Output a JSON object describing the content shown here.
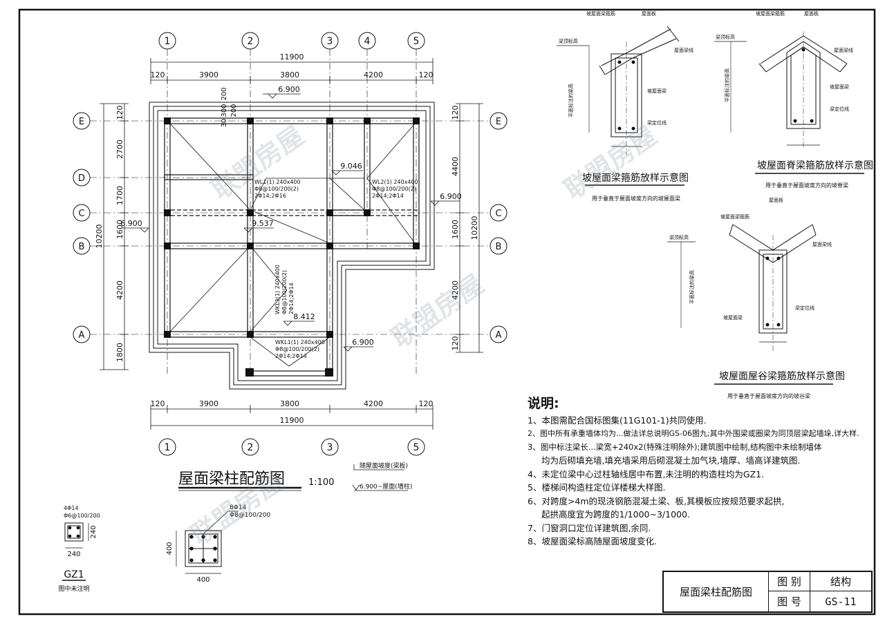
{
  "plan": {
    "axis_numbers": [
      "1",
      "2",
      "3",
      "4",
      "5"
    ],
    "axis_letters": [
      "E",
      "D",
      "C",
      "B",
      "A"
    ],
    "top_total": "11900",
    "top_spans": [
      "120",
      "3900",
      "3800",
      "4200",
      "120"
    ],
    "bottom_total": "11900",
    "bottom_spans": [
      "120",
      "3900",
      "3800",
      "4200",
      "120"
    ],
    "left_total": "10200",
    "left_spans": [
      "120",
      "2700",
      "1700",
      "1600",
      "4200",
      "1800"
    ],
    "right_total": "10200",
    "right_spans": [
      "120",
      "4400",
      "1600",
      "4200",
      "120"
    ],
    "elevations": [
      "6.900",
      "9.046",
      "9.537",
      "8.412",
      "6.900",
      "6.900",
      "6.900"
    ],
    "misc_dims": [
      "30",
      "200",
      "300",
      "200"
    ],
    "beam_labels": [
      "WL1(1) 240x400",
      "Φ8@100/200(2)",
      "2Φ14;2Φ16",
      "WL2(1) 240x400",
      "Φ8@100/200(2)",
      "2Φ14;2Φ14",
      "WKL3(1) 240x400",
      "Φ8@100/200(2)",
      "2Φ14;2Φ14",
      "WKL1(1) 240x400",
      "Φ8@100/200(2)",
      "2Φ14;2Φ14"
    ],
    "title": "屋面梁柱配筋图",
    "scale": "1:100",
    "legend_1": "随屋面坡度(梁板)",
    "legend_2": "6.900~屋面(墙柱)"
  },
  "gz1": {
    "top_label": "4Φ14",
    "stirrup": "Φ6@100/200",
    "dim_w": "240",
    "dim_h": "240",
    "name": "GZ1",
    "note": "图中未注明"
  },
  "kz": {
    "top_label_1": "8Φ14",
    "top_label_2": "Φ8@100/200",
    "dim_w": "400",
    "dim_h": "400"
  },
  "details": {
    "d1_title": "坡屋面梁箍筋放样示意图",
    "d1_sub": "用于垂直于屋面坡度方向的坡屋面梁",
    "d2_title": "坡屋面脊梁箍筋放样示意图",
    "d2_sub": "用于垂直于屋面坡度方向的坡脊梁",
    "d3_title": "坡屋面屋谷梁箍筋放样示意图",
    "d3_sub": "用于垂直于屋面坡度方向的坡谷梁",
    "lbl_stirrup": "坡屋面梁箍筋",
    "lbl_roof": "屋面板",
    "lbl_beam_top": "梁顶标高",
    "lbl_height": "平面标注的梁高",
    "lbl_rebar": "坡屋面梁",
    "lbl_bar": "梁定位线",
    "lbl_layer": "屋面梁线"
  },
  "notes": {
    "heading": "说明:",
    "n1": "1、本图需配合国标图集(11G101-1)共同使用.",
    "n2": "2、图中所有承重墙体均为...做法详总说明GS-06图九;其中外围梁或圈梁为同顶层梁起墙垛,详大样.",
    "n3a": "3、图中标注梁长...梁宽+240x2(特殊注明除外);建筑图中绘制,结构图中未绘制墙体",
    "n3b": "均为后砌填充墙,填充墙采用后砌混凝土加气块,墙厚、墙高详建筑图.",
    "n4": "4、未定位梁中心过柱轴线居中布置,未注明的构造柱均为GZ1.",
    "n5": "5、楼梯间构造柱定位详楼梯大样图.",
    "n6a": "6、对跨度>4m的现浇钢筋混凝土梁、板,其模板应按规范要求起拱,",
    "n6b": "起拱高度宜为跨度的1/1000~3/1000.",
    "n7": "7、门窗洞口定位详建筑图,余同.",
    "n8": "8、坡屋面梁标高随屋面坡度变化."
  },
  "title_block": {
    "drawing_name": "屋面梁柱配筋图",
    "cat_label": "图 别",
    "cat_value": "结构",
    "num_label": "图 号",
    "num_value": "GS-11"
  },
  "watermark": "联盟房屋"
}
